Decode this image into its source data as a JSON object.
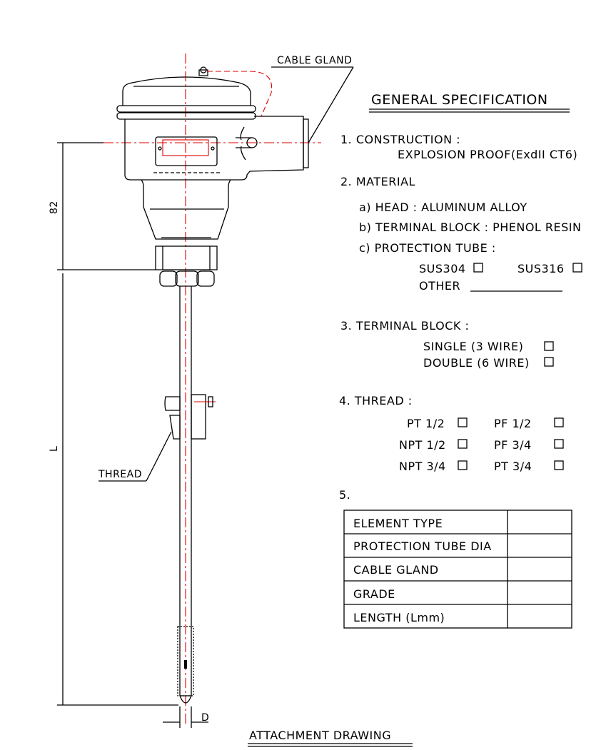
{
  "labels": {
    "cable_gland": "CABLE GLAND",
    "thread": "THREAD",
    "dim_82": "82",
    "dim_L": "L",
    "dim_D": "D",
    "footer_title": "ATTACHMENT DRAWING"
  },
  "spec": {
    "title": "GENERAL SPECIFICATION",
    "s1": "1. CONSTRUCTION :",
    "s1_value": "EXPLOSION PROOF(ExdII  CT6)",
    "s2": "2. MATERIAL",
    "s2a": "a) HEAD : ALUMINUM ALLOY",
    "s2b": "b) TERMINAL BLOCK : PHENOL RESIN",
    "s2c": "c) PROTECTION TUBE :",
    "sus304": "SUS304",
    "sus316": "SUS316",
    "other": "OTHER",
    "s3": "3. TERMINAL BLOCK :",
    "single": "SINGLE (3 WIRE)",
    "double": "DOUBLE (6 WIRE)",
    "s4": "4. THREAD :",
    "pt12": "PT 1/2",
    "pf12": "PF 1/2",
    "npt12": "NPT 1/2",
    "pf34": "PF 3/4",
    "npt34": "NPT 3/4",
    "pt34": "PT 3/4",
    "s5": "5."
  },
  "table": {
    "rows": [
      {
        "label": "ELEMENT TYPE",
        "value": ""
      },
      {
        "label": "PROTECTION TUBE DIA",
        "value": ""
      },
      {
        "label": "CABLE GLAND",
        "value": ""
      },
      {
        "label": "GRADE",
        "value": ""
      },
      {
        "label": "LENGTH (Lmm)",
        "value": ""
      }
    ]
  }
}
